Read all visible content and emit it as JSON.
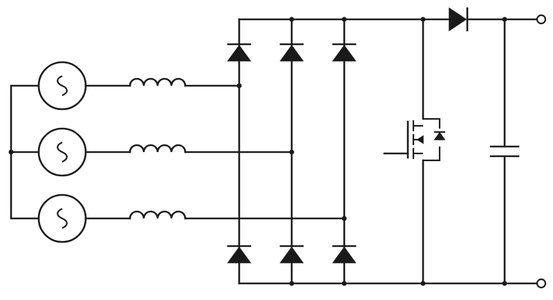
{
  "diagram": {
    "type": "circuit-schematic",
    "components": {
      "ac_sources": [
        "ac-source-a",
        "ac-source-b",
        "ac-source-c"
      ],
      "inductors": [
        "inductor-a",
        "inductor-b",
        "inductor-c"
      ],
      "rectifier_diodes_upper": [
        "diode-upper-1",
        "diode-upper-2",
        "diode-upper-3"
      ],
      "rectifier_diodes_lower": [
        "diode-lower-1",
        "diode-lower-2",
        "diode-lower-3"
      ],
      "switch": "mosfet-switch",
      "series_diode": "boost-diode",
      "output_capacitor": "output-capacitor",
      "output_terminals": [
        "output-terminal-positive",
        "output-terminal-negative"
      ]
    },
    "line_color": "#1a1a1a",
    "background_color": "#ffffff"
  }
}
